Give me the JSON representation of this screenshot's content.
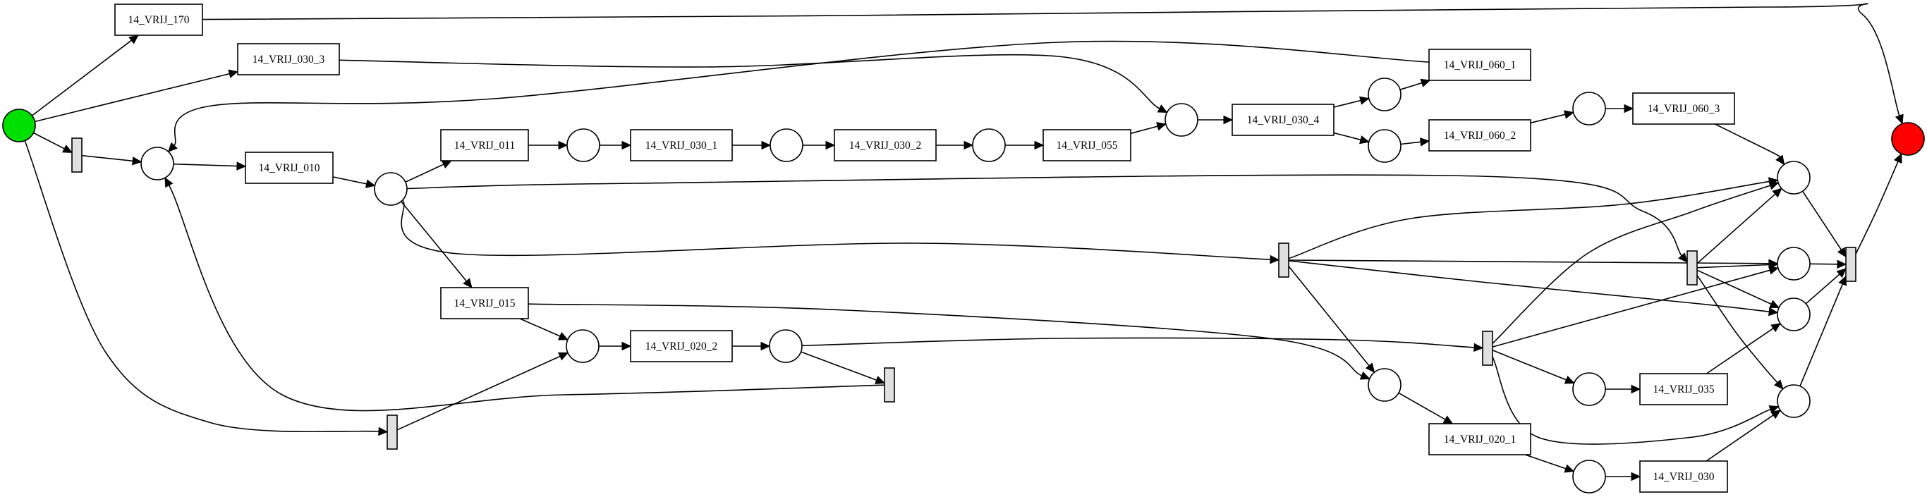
{
  "diagram": {
    "type": "petri-net",
    "colors": {
      "source_place": "#00e000",
      "sink_place": "#ff0000",
      "silent_transition": "#e0e0e0",
      "stroke": "#000000",
      "background": "#ffffff"
    },
    "places": [
      {
        "id": "source",
        "role": "source"
      },
      {
        "id": "sink",
        "role": "sink"
      },
      {
        "id": "p_010_in"
      },
      {
        "id": "p_010_out"
      },
      {
        "id": "p_011_out"
      },
      {
        "id": "p_030_1_out"
      },
      {
        "id": "p_030_2_out"
      },
      {
        "id": "p_030_4_in"
      },
      {
        "id": "p_030_4_up"
      },
      {
        "id": "p_030_4_dn"
      },
      {
        "id": "p_060_2_out"
      },
      {
        "id": "p_020_2_in"
      },
      {
        "id": "p_020_2_out"
      },
      {
        "id": "p_020_1_in"
      },
      {
        "id": "p_020_1_out"
      },
      {
        "id": "p_035_in"
      },
      {
        "id": "p_end_1"
      },
      {
        "id": "p_end_2"
      },
      {
        "id": "p_end_3"
      },
      {
        "id": "p_end_4"
      }
    ],
    "transitions": [
      {
        "id": "t170",
        "label": "14_VRIJ_170"
      },
      {
        "id": "t030_3",
        "label": "14_VRIJ_030_3"
      },
      {
        "id": "t060_1",
        "label": "14_VRIJ_060_1"
      },
      {
        "id": "t010",
        "label": "14_VRIJ_010"
      },
      {
        "id": "t011",
        "label": "14_VRIJ_011"
      },
      {
        "id": "t030_1",
        "label": "14_VRIJ_030_1"
      },
      {
        "id": "t030_2",
        "label": "14_VRIJ_030_2"
      },
      {
        "id": "t055",
        "label": "14_VRIJ_055"
      },
      {
        "id": "t030_4",
        "label": "14_VRIJ_030_4"
      },
      {
        "id": "t060_2",
        "label": "14_VRIJ_060_2"
      },
      {
        "id": "t060_3",
        "label": "14_VRIJ_060_3"
      },
      {
        "id": "t015",
        "label": "14_VRIJ_015"
      },
      {
        "id": "t020_2",
        "label": "14_VRIJ_020_2"
      },
      {
        "id": "t020_1",
        "label": "14_VRIJ_020_1"
      },
      {
        "id": "t035",
        "label": "14_VRIJ_035"
      },
      {
        "id": "t030",
        "label": "14_VRIJ_030"
      },
      {
        "id": "s_start",
        "label": "",
        "silent": true
      },
      {
        "id": "s_left",
        "label": "",
        "silent": true
      },
      {
        "id": "s_loop",
        "label": "",
        "silent": true
      },
      {
        "id": "s_and1",
        "label": "",
        "silent": true
      },
      {
        "id": "s_and2",
        "label": "",
        "silent": true
      },
      {
        "id": "s_and3",
        "label": "",
        "silent": true
      },
      {
        "id": "s_end",
        "label": "",
        "silent": true
      }
    ],
    "arcs": [
      [
        "source",
        "t170"
      ],
      [
        "source",
        "t030_3"
      ],
      [
        "source",
        "s_start"
      ],
      [
        "source",
        "s_left"
      ],
      [
        "t170",
        "sink"
      ],
      [
        "t030_3",
        "p_030_4_in"
      ],
      [
        "t060_1",
        "p_010_in"
      ],
      [
        "s_start",
        "p_010_in"
      ],
      [
        "s_left",
        "p_020_2_in"
      ],
      [
        "p_010_in",
        "t010"
      ],
      [
        "t010",
        "p_010_out"
      ],
      [
        "p_010_out",
        "t011"
      ],
      [
        "p_010_out",
        "t015"
      ],
      [
        "p_010_out",
        "s_and1"
      ],
      [
        "p_010_out",
        "s_and3"
      ],
      [
        "t011",
        "p_011_out"
      ],
      [
        "p_011_out",
        "t030_1"
      ],
      [
        "t030_1",
        "p_030_1_out"
      ],
      [
        "p_030_1_out",
        "t030_2"
      ],
      [
        "t030_2",
        "p_030_2_out"
      ],
      [
        "p_030_2_out",
        "t055"
      ],
      [
        "t055",
        "p_030_4_in"
      ],
      [
        "p_030_4_in",
        "t030_4"
      ],
      [
        "t030_4",
        "p_030_4_up"
      ],
      [
        "t030_4",
        "p_030_4_dn"
      ],
      [
        "p_030_4_up",
        "t060_1"
      ],
      [
        "p_030_4_dn",
        "t060_2"
      ],
      [
        "t060_2",
        "p_060_2_out"
      ],
      [
        "p_060_2_out",
        "t060_3"
      ],
      [
        "t060_3",
        "p_end_1"
      ],
      [
        "t015",
        "p_020_2_in"
      ],
      [
        "t015",
        "p_020_1_in"
      ],
      [
        "p_020_2_in",
        "t020_2"
      ],
      [
        "t020_2",
        "p_020_2_out"
      ],
      [
        "p_020_2_out",
        "s_loop"
      ],
      [
        "p_020_2_out",
        "s_and2"
      ],
      [
        "s_loop",
        "p_010_in"
      ],
      [
        "s_and1",
        "p_end_1"
      ],
      [
        "s_and1",
        "p_end_2"
      ],
      [
        "s_and1",
        "p_end_3"
      ],
      [
        "s_and1",
        "p_020_1_in"
      ],
      [
        "s_and3",
        "p_end_1"
      ],
      [
        "s_and3",
        "p_end_2"
      ],
      [
        "s_and3",
        "p_end_3"
      ],
      [
        "s_and3",
        "p_end_4"
      ],
      [
        "s_and2",
        "p_end_1"
      ],
      [
        "s_and2",
        "p_end_2"
      ],
      [
        "s_and2",
        "p_035_in"
      ],
      [
        "s_and2",
        "p_end_4"
      ],
      [
        "p_020_1_in",
        "t020_1"
      ],
      [
        "t020_1",
        "p_020_1_out"
      ],
      [
        "p_020_1_out",
        "t030"
      ],
      [
        "p_035_in",
        "t035"
      ],
      [
        "t035",
        "p_end_3"
      ],
      [
        "t030",
        "p_end_4"
      ],
      [
        "p_end_1",
        "s_end"
      ],
      [
        "p_end_2",
        "s_end"
      ],
      [
        "p_end_3",
        "s_end"
      ],
      [
        "p_end_4",
        "s_end"
      ],
      [
        "s_end",
        "sink"
      ]
    ]
  }
}
